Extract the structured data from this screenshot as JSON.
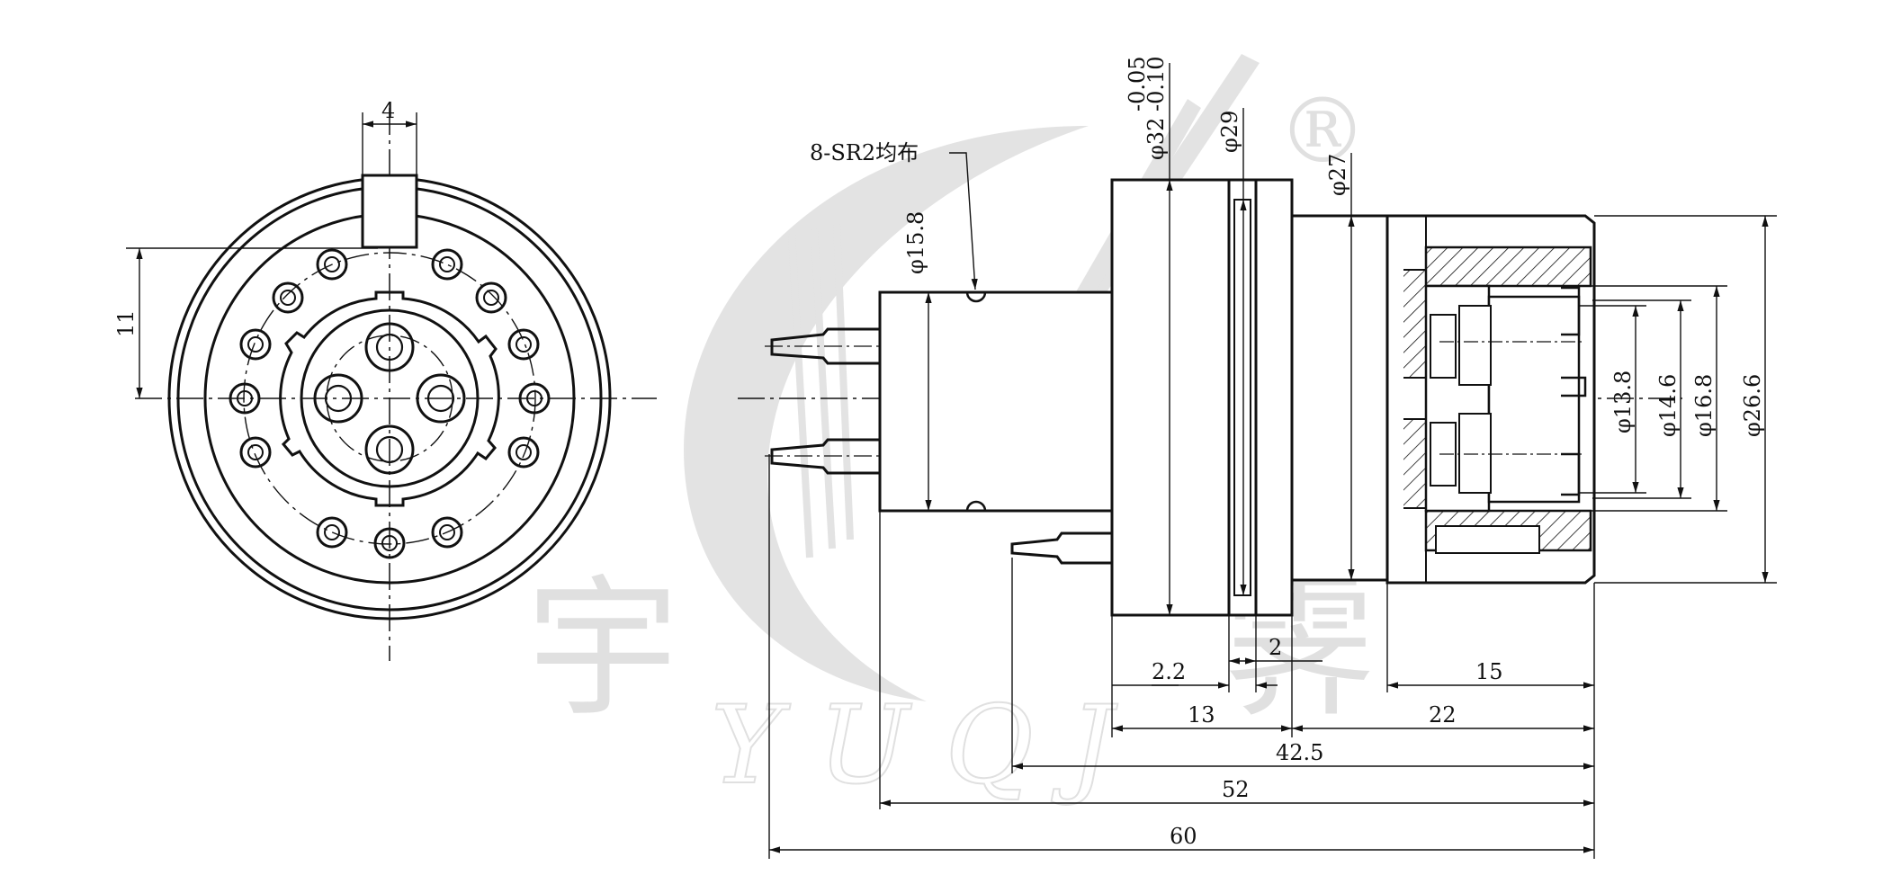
{
  "watermark": {
    "chars": [
      "宇",
      "霁"
    ],
    "script_text": "YUQJ",
    "registered_mark": "®"
  },
  "front_view": {
    "dims": {
      "slot_width": "4",
      "slot_height": "11"
    }
  },
  "side_view": {
    "callout": "8-SR2均布",
    "dims": {
      "d_flange": "φ32",
      "d_flange_tol_upper": "-0.05",
      "d_flange_tol_lower": "-0.10",
      "d_groove": "φ29",
      "d_thread": "φ27",
      "d_body": "φ15.8",
      "d_13_8": "φ13.8",
      "d_14_6": "φ14.6",
      "d_16_8": "φ16.8",
      "d_26_6": "φ26.6",
      "len_2_2": "2.2",
      "len_2": "2",
      "len_15": "15",
      "len_13": "13",
      "len_22": "22",
      "len_42_5": "42.5",
      "len_52": "52",
      "len_60": "60"
    }
  }
}
